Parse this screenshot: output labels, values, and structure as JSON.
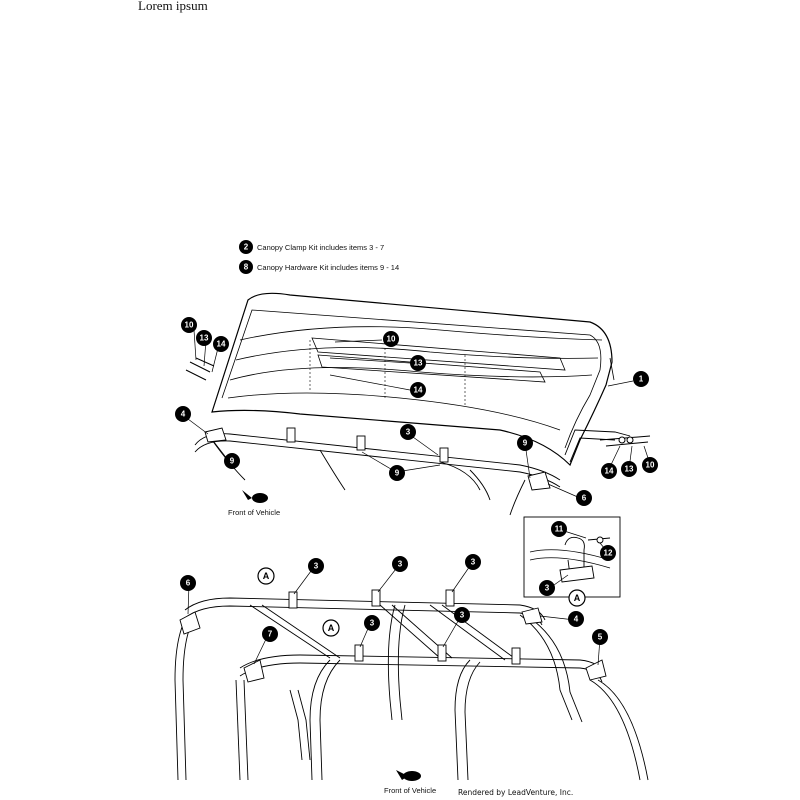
{
  "page_title": "Lorem ipsum",
  "kit_notes": [
    {
      "num": "2",
      "text": "Canopy Clamp Kit includes items 3 - 7"
    },
    {
      "num": "8",
      "text": "Canopy Hardware Kit includes items 9 - 14"
    }
  ],
  "front_of_vehicle_upper": "Front of Vehicle",
  "front_of_vehicle_lower": "Front of Vehicle",
  "credit": "Rendered by LeadVenture, Inc.",
  "callouts": {
    "c1": "1",
    "c3": "3",
    "c4": "4",
    "c5": "5",
    "c6": "6",
    "c7": "7",
    "c9": "9",
    "c10": "10",
    "c11": "11",
    "c12": "12",
    "c13": "13",
    "c14": "14",
    "cA": "A"
  }
}
